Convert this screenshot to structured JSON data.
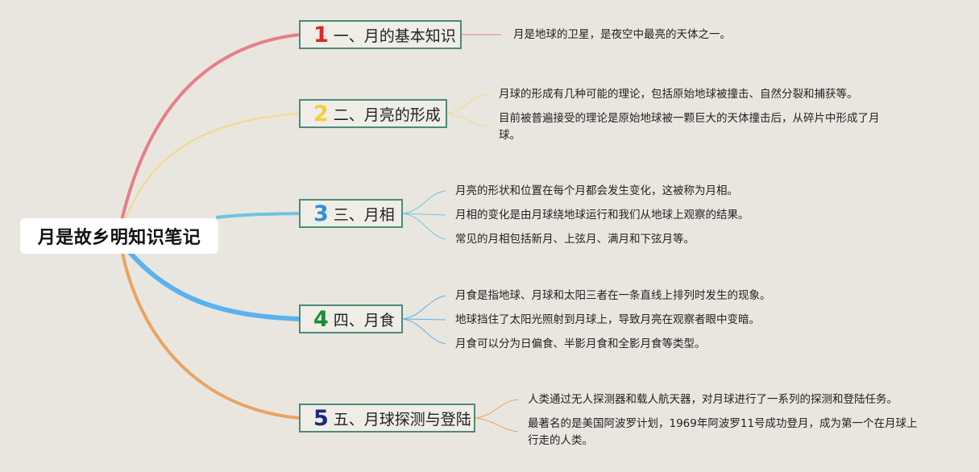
{
  "root": {
    "title": "月是故乡明知识笔记"
  },
  "colors": {
    "background": "#e9e6df",
    "branch_border": "#4c8a78",
    "c1": "#e57f86",
    "c2": "#f5d889",
    "c3": "#6ec3e0",
    "c4": "#5ab2ee",
    "c5": "#eaa362",
    "num1": "#d42a2a",
    "num2": "#f2cf3a",
    "num3": "#2e8fd6",
    "num4": "#1e8c3a",
    "num5": "#1c2a7a"
  },
  "branches": [
    {
      "num": "1",
      "label": "一、月的基本知识",
      "notes": [
        "月是地球的卫星，是夜空中最亮的天体之一。"
      ]
    },
    {
      "num": "2",
      "label": "二、月亮的形成",
      "notes": [
        "月球的形成有几种可能的理论，包括原始地球被撞击、自然分裂和捕获等。",
        "目前被普遍接受的理论是原始地球被一颗巨大的天体撞击后，从碎片中形成了月",
        "球。"
      ]
    },
    {
      "num": "3",
      "label": "三、月相",
      "notes": [
        "月亮的形状和位置在每个月都会发生变化，这被称为月相。",
        "月相的变化是由月球绕地球运行和我们从地球上观察的结果。",
        "常见的月相包括新月、上弦月、满月和下弦月等。"
      ]
    },
    {
      "num": "4",
      "label": "四、月食",
      "notes": [
        "月食是指地球、月球和太阳三者在一条直线上排列时发生的现象。",
        "地球挡住了太阳光照射到月球上，导致月亮在观察者眼中变暗。",
        "月食可以分为日偏食、半影月食和全影月食等类型。"
      ]
    },
    {
      "num": "5",
      "label": "五、月球探测与登陆",
      "notes": [
        "人类通过无人探测器和载人航天器，对月球进行了一系列的探测和登陆任务。",
        "最著名的是美国阿波罗计划，1969年阿波罗11号成功登月，成为第一个在月球上",
        "行走的人类。"
      ]
    }
  ]
}
